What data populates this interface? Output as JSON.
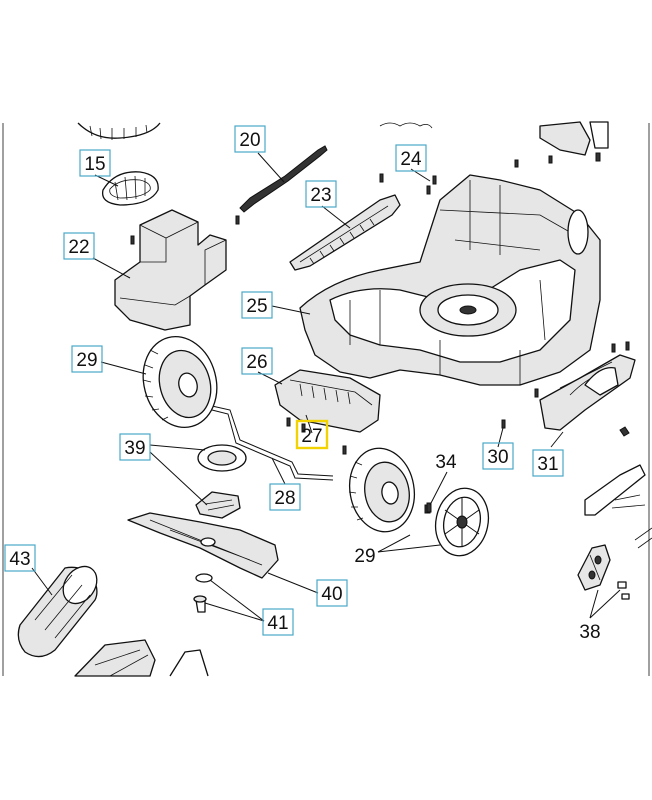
{
  "callouts": {
    "c15": "15",
    "c20": "20",
    "c22": "22",
    "c23": "23",
    "c24": "24",
    "c25": "25",
    "c26": "26",
    "c27": "27",
    "c28": "28",
    "c29a": "29",
    "c29b": "29",
    "c30": "30",
    "c31": "31",
    "c34": "34",
    "c38": "38",
    "c39": "39",
    "c40": "40",
    "c41": "41",
    "c43": "43"
  },
  "highlighted_callout": "27",
  "colors": {
    "label_box": "#4aa8c8",
    "highlight_box": "#f2d200",
    "line_art": "#111111"
  }
}
